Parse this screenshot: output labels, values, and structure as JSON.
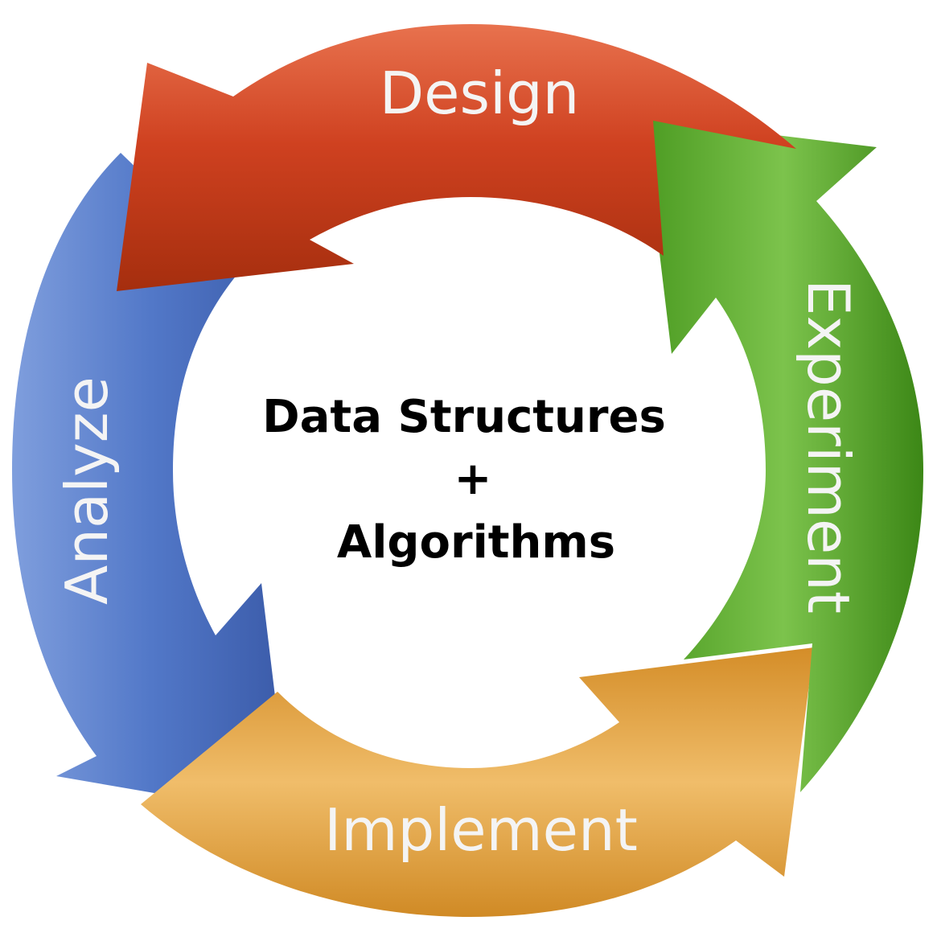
{
  "center": {
    "line1": "Data Structures",
    "line2": "+",
    "line3": "Algorithms"
  },
  "stages": [
    {
      "id": "design",
      "label": "Design",
      "color": "#cc3e1c",
      "color_light": "#e06a4a",
      "color_dark": "#a8300f"
    },
    {
      "id": "experiment",
      "label": "Experiment",
      "color": "#5aad2c",
      "color_light": "#86cb57",
      "color_dark": "#3f8d18"
    },
    {
      "id": "implement",
      "label": "Implement",
      "color": "#e2a035",
      "color_light": "#f1c272",
      "color_dark": "#c9821f"
    },
    {
      "id": "analyze",
      "label": "Analyze",
      "color": "#4e74c4",
      "color_light": "#7e9ddc",
      "color_dark": "#3857a7"
    }
  ]
}
